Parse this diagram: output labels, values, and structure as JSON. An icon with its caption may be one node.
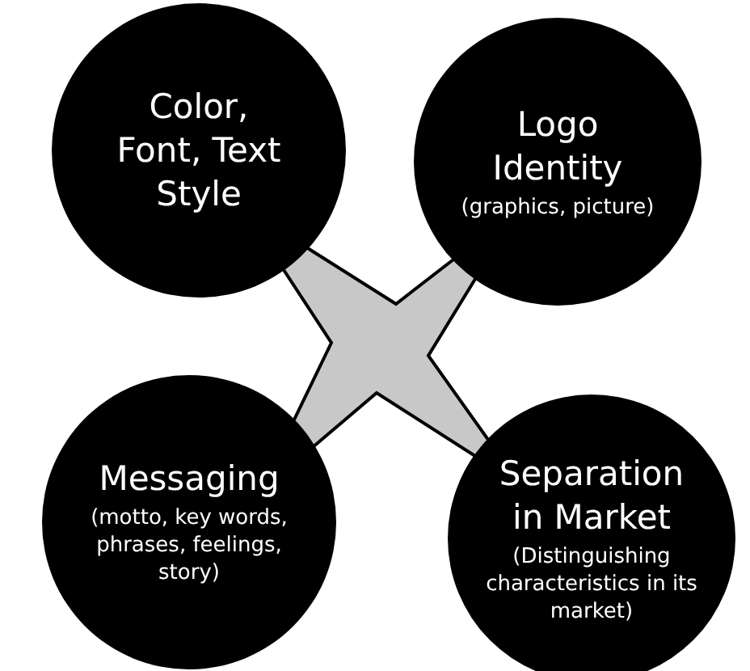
{
  "diagram": {
    "nodes": [
      {
        "text": [
          "Color, Font, Text Style"
        ]
      },
      {
        "text": [
          "Logo Identity",
          "(graphics, picture)"
        ]
      },
      {
        "text": [
          "Messaging",
          "(motto, key words, phrases, feelings, story)"
        ]
      },
      {
        "text": [
          "Separation in Market",
          "(Distinguishing characteristics in its market)"
        ]
      }
    ]
  }
}
